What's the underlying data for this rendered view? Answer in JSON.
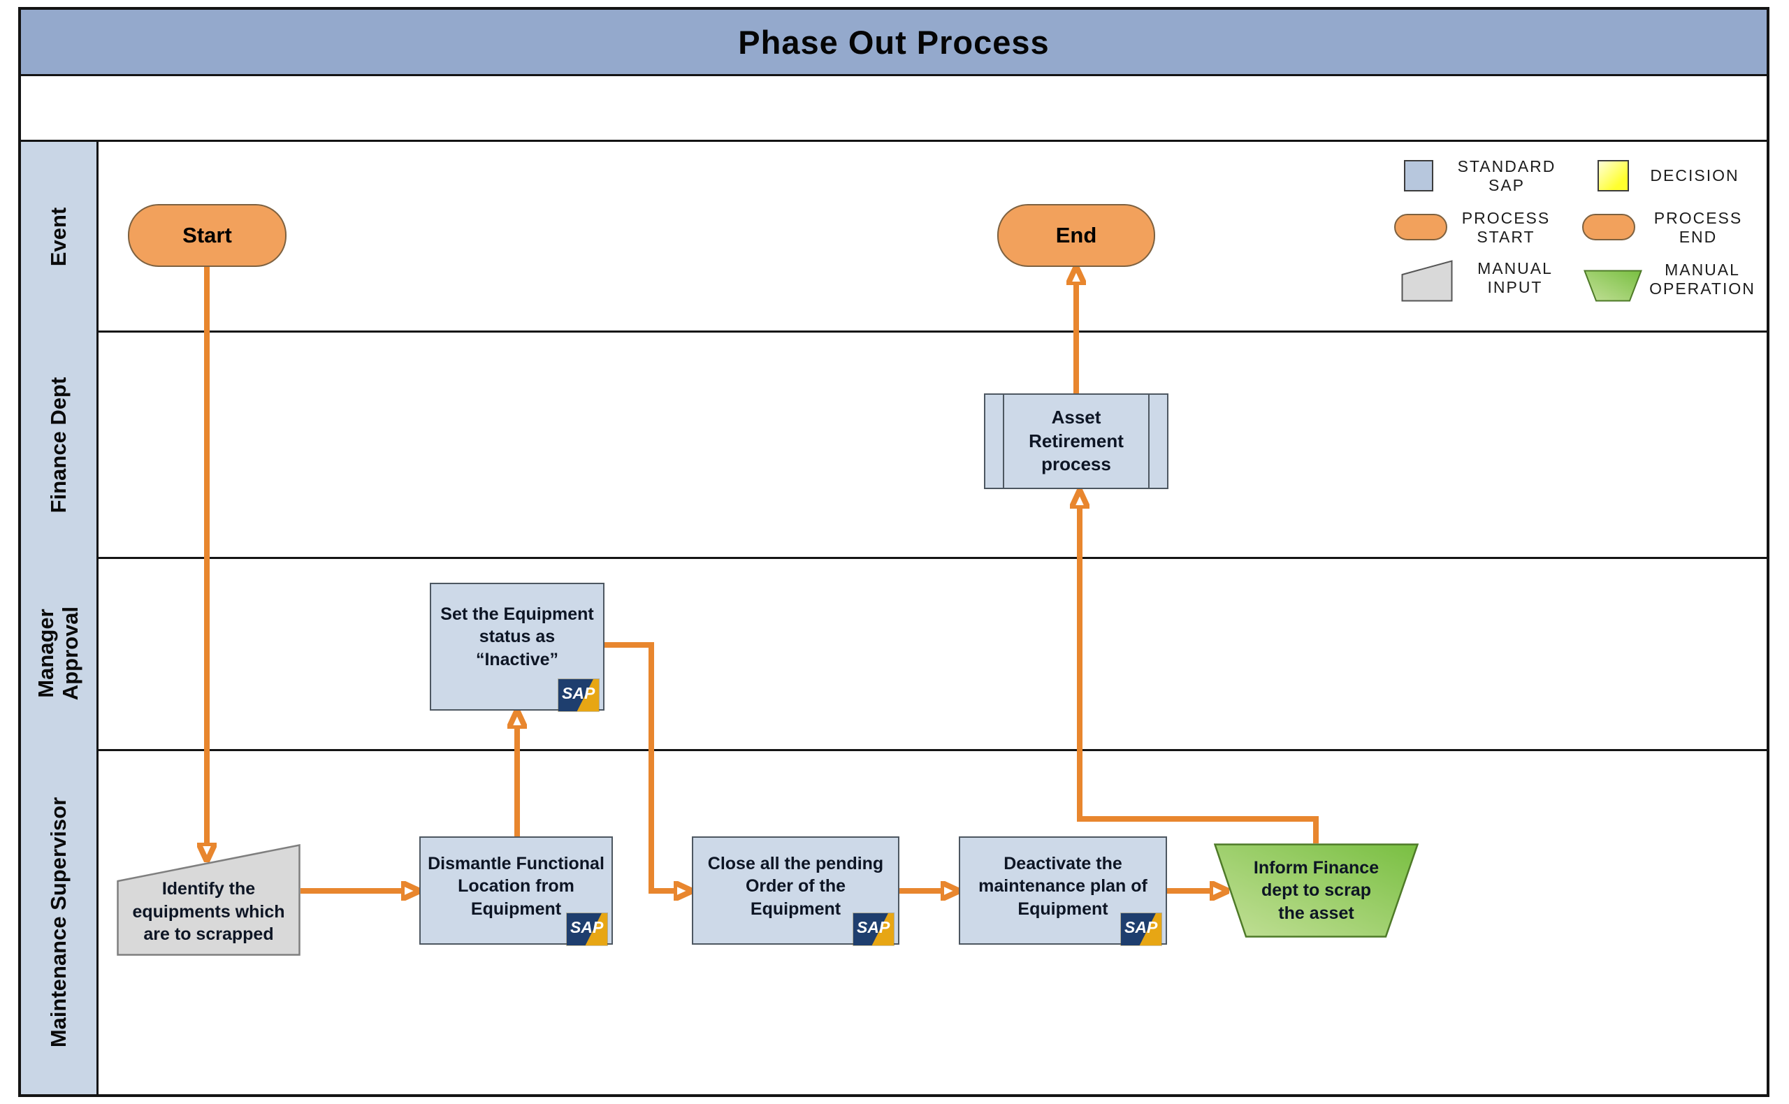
{
  "title": "Phase Out Process",
  "sap_badge_text": "SAP",
  "lanes": [
    {
      "id": "event",
      "label": "Event"
    },
    {
      "id": "finance",
      "label": "Finance Dept"
    },
    {
      "id": "manager",
      "label": "Manager\nApproval"
    },
    {
      "id": "maintenance",
      "label": "Maintenance Supervisor"
    }
  ],
  "legend": {
    "items": [
      {
        "shape": "standard-sap",
        "label": "STANDARD\nSAP"
      },
      {
        "shape": "decision",
        "label": "DECISION"
      },
      {
        "shape": "process-start",
        "label": "PROCESS\nSTART"
      },
      {
        "shape": "process-end",
        "label": "PROCESS\nEND"
      },
      {
        "shape": "manual-input",
        "label": "MANUAL\nINPUT"
      },
      {
        "shape": "manual-operation",
        "label": "MANUAL\nOPERATION"
      }
    ]
  },
  "nodes": {
    "start": {
      "label": "Start",
      "lane": "Event",
      "type": "process-start"
    },
    "end": {
      "label": "End",
      "lane": "Event",
      "type": "process-end"
    },
    "asset_retirement": {
      "label": "Asset\nRetirement\nprocess",
      "lane": "Finance Dept",
      "type": "predefined-process"
    },
    "set_status": {
      "label": "Set the Equipment\nstatus as\n“Inactive”",
      "lane": "Manager Approval",
      "type": "standard-sap"
    },
    "identify": {
      "label": "Identify the\nequipments which\nare to scrapped",
      "lane": "Maintenance Supervisor",
      "type": "manual-input"
    },
    "dismantle": {
      "label": "Dismantle Functional\nLocation from\nEquipment",
      "lane": "Maintenance Supervisor",
      "type": "standard-sap"
    },
    "close_orders": {
      "label": "Close all the pending\nOrder of the\nEquipment",
      "lane": "Maintenance Supervisor",
      "type": "standard-sap"
    },
    "deactivate": {
      "label": "Deactivate the\nmaintenance plan of\nEquipment",
      "lane": "Maintenance Supervisor",
      "type": "standard-sap"
    },
    "inform_finance": {
      "label": "Inform Finance\ndept to scrap\nthe asset",
      "lane": "Maintenance Supervisor",
      "type": "manual-operation"
    }
  },
  "colors": {
    "title_bar": "#94a9cc",
    "lane_label_bg": "#c9d6e6",
    "standard_sap_fill": "#cdd9e8",
    "process_terminal_fill": "#f2a15c",
    "arrow": "#e8862e",
    "manual_input_fill": "#d9d9d9",
    "manual_operation_fill": "#7dc148",
    "decision_fill": "#ffff2e",
    "sap_gold": "#e7a614",
    "sap_navy": "#1e3e6e"
  }
}
